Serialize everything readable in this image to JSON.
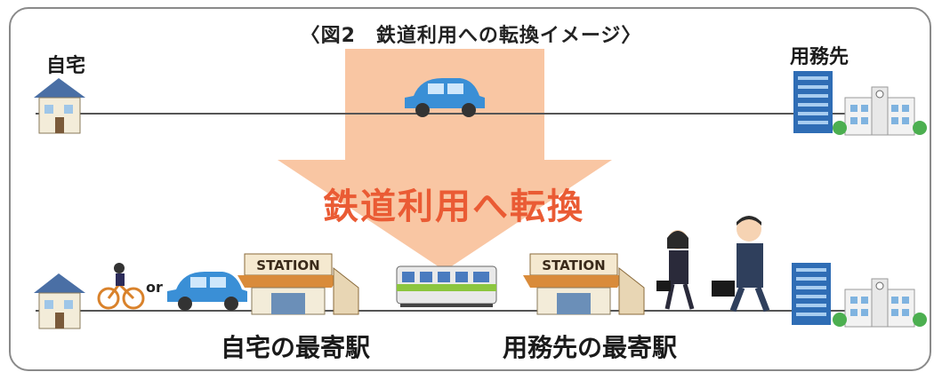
{
  "title": "〈図2　鉄道利用への転換イメージ〉",
  "labels": {
    "home_top": "自宅",
    "office_top": "用務先",
    "arrow_text": "鉄道利用へ転換",
    "or_text": "or",
    "station_sign": "STATION",
    "home_station": "自宅の最寄駅",
    "office_station": "用務先の最寄駅"
  },
  "colors": {
    "arrow": "#f9c6a3",
    "arrow_text": "#ea5b34",
    "car": "#3a8fd6",
    "train_band": "#8cc63f",
    "station_roof": "#d98b3a",
    "building": "#2f6db5"
  },
  "icons": [
    "house-icon",
    "car-icon",
    "bicycle-icon",
    "station-icon",
    "train-icon",
    "businesswoman-icon",
    "businessman-icon",
    "office-building-icon",
    "school-building-icon"
  ]
}
